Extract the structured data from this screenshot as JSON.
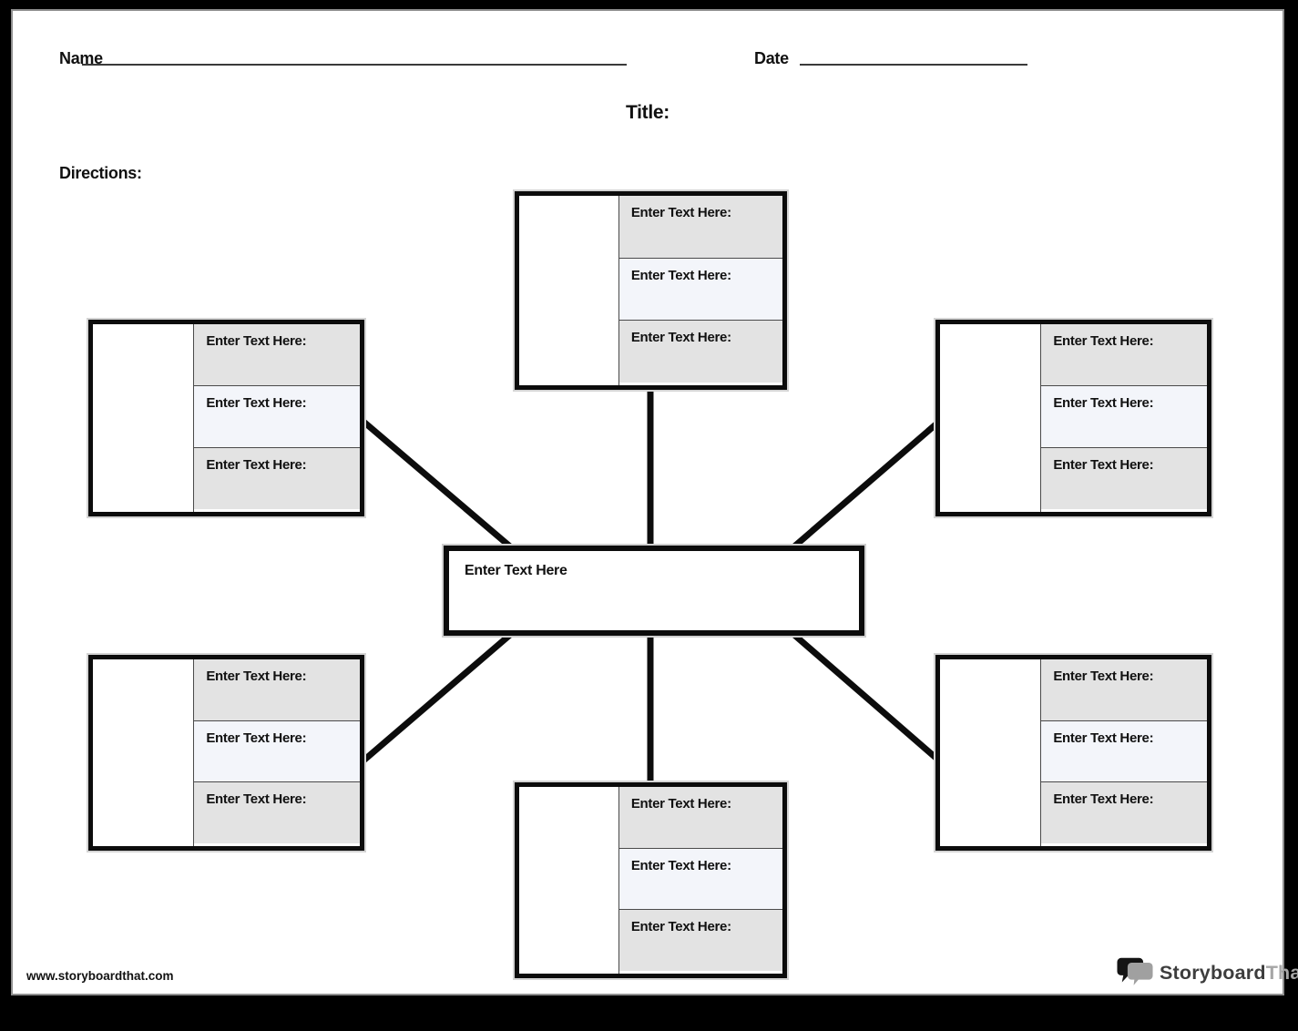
{
  "header": {
    "name_label": "Name",
    "date_label": "Date",
    "title_label": "Title:",
    "directions_label": "Directions:"
  },
  "center_box": {
    "placeholder": "Enter Text Here"
  },
  "spokes": [
    {
      "position": "top-center",
      "rows": [
        "Enter Text Here:",
        "Enter Text Here:",
        "Enter Text Here:"
      ]
    },
    {
      "position": "top-left",
      "rows": [
        "Enter Text Here:",
        "Enter Text Here:",
        "Enter Text Here:"
      ]
    },
    {
      "position": "top-right",
      "rows": [
        "Enter Text Here:",
        "Enter Text Here:",
        "Enter Text Here:"
      ]
    },
    {
      "position": "bottom-left",
      "rows": [
        "Enter Text Here:",
        "Enter Text Here:",
        "Enter Text Here:"
      ]
    },
    {
      "position": "bottom-right",
      "rows": [
        "Enter Text Here:",
        "Enter Text Here:",
        "Enter Text Here:"
      ]
    },
    {
      "position": "bottom-center",
      "rows": [
        "Enter Text Here:",
        "Enter Text Here:",
        "Enter Text Here:"
      ]
    }
  ],
  "footer": {
    "website": "www.storyboardthat.com",
    "logo_text_primary": "Storyboard",
    "logo_text_secondary": "That"
  },
  "colors": {
    "row_shaded": "#e3e3e3",
    "row_light": "#f3f5fa",
    "line_black": "#0c0c0c",
    "logo_gray": "#a6a6a6"
  }
}
